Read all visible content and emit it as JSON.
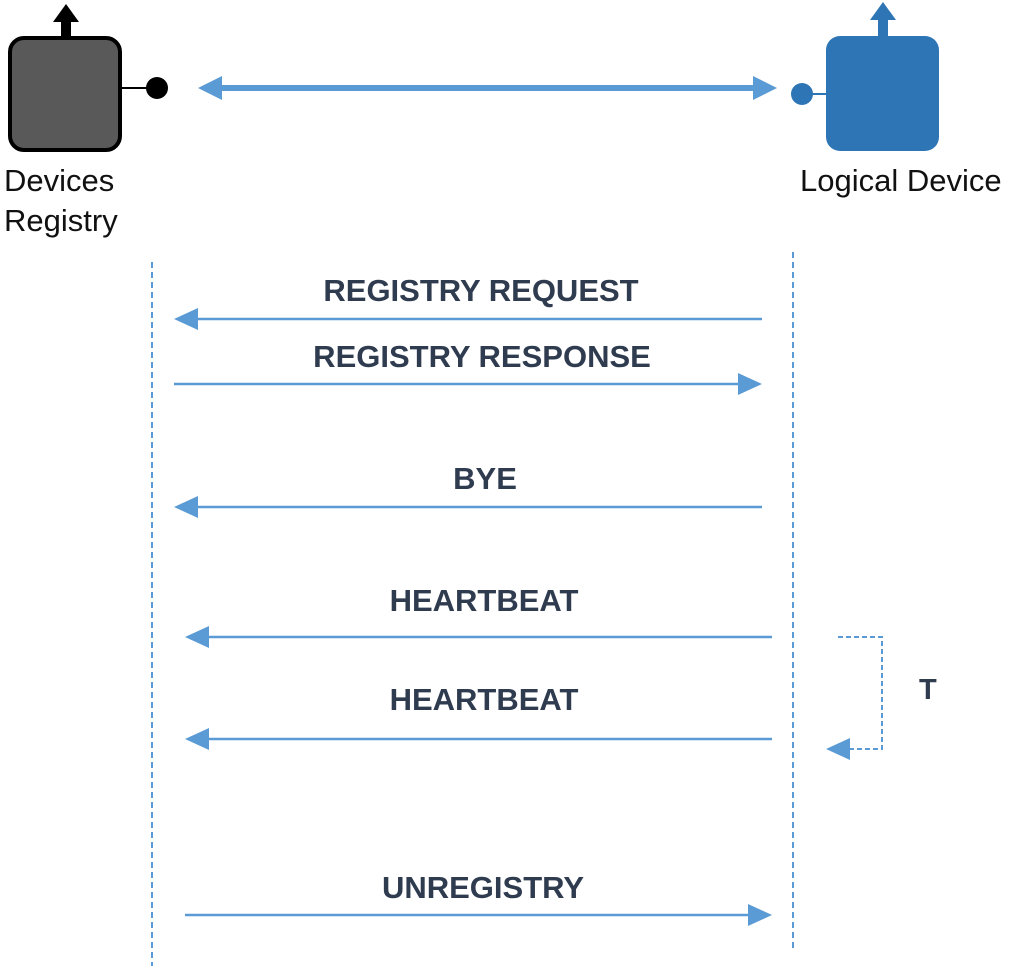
{
  "actors": {
    "registry": {
      "label_line1": "Devices",
      "label_line2": "Registry",
      "color": "#595959"
    },
    "logical_device": {
      "label": "Logical Device",
      "color": "#2e75b6"
    }
  },
  "colors": {
    "arrow": "#5b9bd5",
    "text": "#2f3b4f"
  },
  "messages": [
    {
      "label": "REGISTRY REQUEST",
      "direction": "to-registry"
    },
    {
      "label": "REGISTRY RESPONSE",
      "direction": "to-device"
    },
    {
      "label": "BYE",
      "direction": "to-registry"
    },
    {
      "label": "HEARTBEAT",
      "direction": "to-registry"
    },
    {
      "label": "HEARTBEAT",
      "direction": "to-registry"
    },
    {
      "label": "UNREGISTRY",
      "direction": "to-device"
    }
  ],
  "interval_label": "T"
}
